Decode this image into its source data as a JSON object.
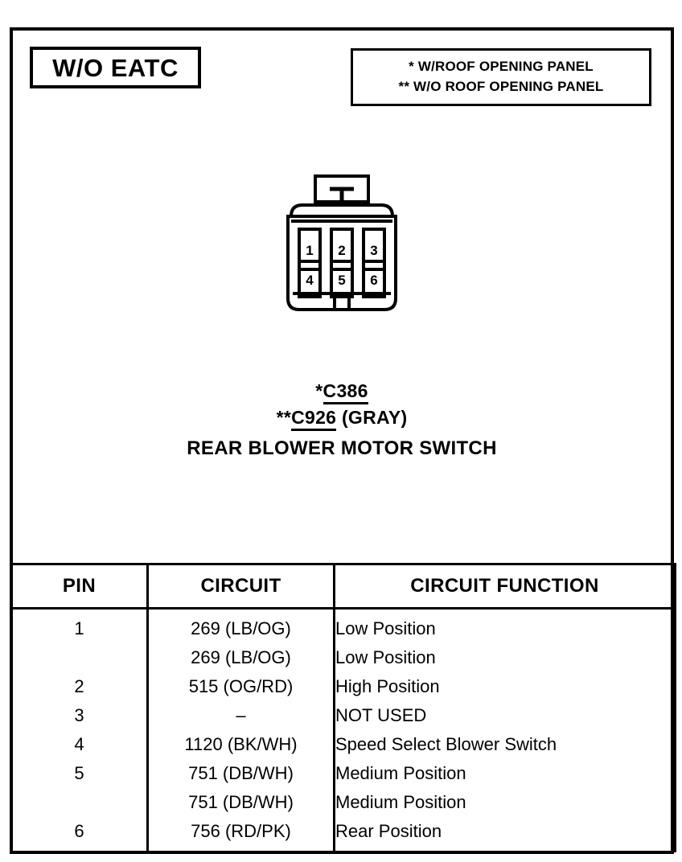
{
  "title_badge": {
    "label": "W/O EATC"
  },
  "legend": {
    "line1": "*  W/ROOF OPENING PANEL",
    "line2": "** W/O ROOF OPENING PANEL"
  },
  "connector": {
    "name": "rear-blower-motor-switch-connector",
    "pin_labels": [
      "1",
      "2",
      "3",
      "4",
      "5",
      "6"
    ],
    "caption_line1": "*C386",
    "caption_line1_prefix": "*",
    "caption_line1_code": "C386",
    "caption_line2_prefix": "**",
    "caption_line2_code": "C926",
    "caption_line2_suffix": " (GRAY)",
    "caption_line3": "REAR BLOWER MOTOR SWITCH"
  },
  "table": {
    "headers": [
      "PIN",
      "CIRCUIT",
      "CIRCUIT FUNCTION"
    ],
    "rows": [
      {
        "pin": "1",
        "circuit": "269 (LB/OG)",
        "function": "Low Position"
      },
      {
        "pin": "",
        "circuit": "269 (LB/OG)",
        "function": "Low Position"
      },
      {
        "pin": "2",
        "circuit": "515 (OG/RD)",
        "function": "High Position"
      },
      {
        "pin": "3",
        "circuit": "–",
        "function": "NOT USED"
      },
      {
        "pin": "4",
        "circuit": "1120 (BK/WH)",
        "function": "Speed Select Blower Switch"
      },
      {
        "pin": "5",
        "circuit": "751 (DB/WH)",
        "function": "Medium Position"
      },
      {
        "pin": "",
        "circuit": "751 (DB/WH)",
        "function": "Medium Position"
      },
      {
        "pin": "6",
        "circuit": "756 (RD/PK)",
        "function": "Rear Position"
      }
    ]
  },
  "colors": {
    "ink": "#000000",
    "paper": "#ffffff"
  }
}
